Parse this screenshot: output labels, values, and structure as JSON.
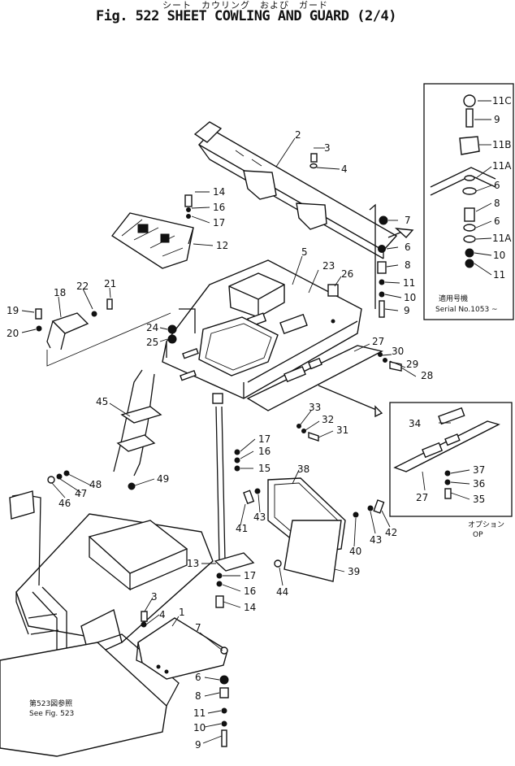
{
  "title": {
    "kana": "シート　カウリング　および　ガード",
    "main": "Fig. 522  SHEET COWLING AND GUARD (2/4)"
  },
  "callouts": [
    "2",
    "3",
    "4",
    "7",
    "6",
    "8",
    "11",
    "10",
    "9",
    "5",
    "23",
    "26",
    "14",
    "16",
    "17",
    "12",
    "18",
    "22",
    "21",
    "19",
    "20",
    "24",
    "25",
    "27",
    "30",
    "29",
    "28",
    "45",
    "33",
    "32",
    "31",
    "17",
    "16",
    "15",
    "38",
    "48",
    "47",
    "46",
    "49",
    "41",
    "43",
    "40",
    "43",
    "42",
    "39",
    "44",
    "13",
    "17",
    "16",
    "14",
    "3",
    "4",
    "1",
    "7",
    "6",
    "8",
    "11",
    "10",
    "9"
  ],
  "inset_serial": {
    "labels": [
      "11C",
      "9",
      "11B",
      "11A",
      "6",
      "8",
      "6",
      "11A",
      "10",
      "11"
    ],
    "kana_note": "適用号機",
    "serial": "Serial No.1053 ~"
  },
  "inset_option": {
    "labels": [
      "34",
      "37",
      "36",
      "35",
      "27"
    ],
    "kana_note": "オプション",
    "note": "OP"
  },
  "see_note": {
    "kana": "第523図参照",
    "text": "See Fig. 523"
  }
}
